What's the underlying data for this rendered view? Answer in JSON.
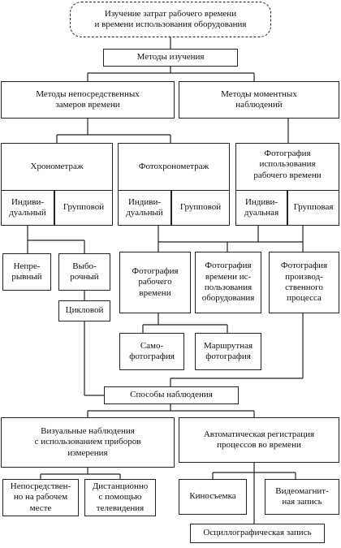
{
  "title": "Изучение затрат рабочего времени\nи времени использования оборудования",
  "methods": "Методы изучения",
  "direct": "Методы непосредственных\nзамеров времени",
  "moment": "Методы моментных\nнаблюдений",
  "chrono": "Хронометраж",
  "photochrono": "Фотохронометраж",
  "photo_work": "Фотография\nиспользования\nрабочего времени",
  "chrono_ind": "Индиви-\nдуальный",
  "chrono_grp": "Групповой",
  "photochrono_ind": "Индиви-\nдуальный",
  "photochrono_grp": "Групповой",
  "photo_ind": "Индиви-\nдуальная",
  "photo_grp": "Групповая",
  "continuous": "Непре-\nрывный",
  "selective": "Выбо-\nрочный",
  "cyclic": "Цикловой",
  "f_work": "Фотография\nрабочего\nвремени",
  "f_equip": "Фотография\nвремени ис-\nпользования\nоборудования",
  "f_process": "Фотография\nпроизвод-\nственного\nпроцесса",
  "self_photo": "Само-\nфотография",
  "route_photo": "Маршрутная\nфотография",
  "observation": "Способы наблюдения",
  "visual": "Визуальные наблюдения\nс использованием приборов\nизмерения",
  "auto": "Автоматическая регистрация\nпроцессов  во времени",
  "at_workplace": "Непосредствен-\nно на рабочем\nместе",
  "remote_tv": "Дистанционно\nс помощью\nтелевидения",
  "film": "Киносъемка",
  "video": "Видеомагнит-\nная запись",
  "oscillo": "Осциллографическая запись"
}
